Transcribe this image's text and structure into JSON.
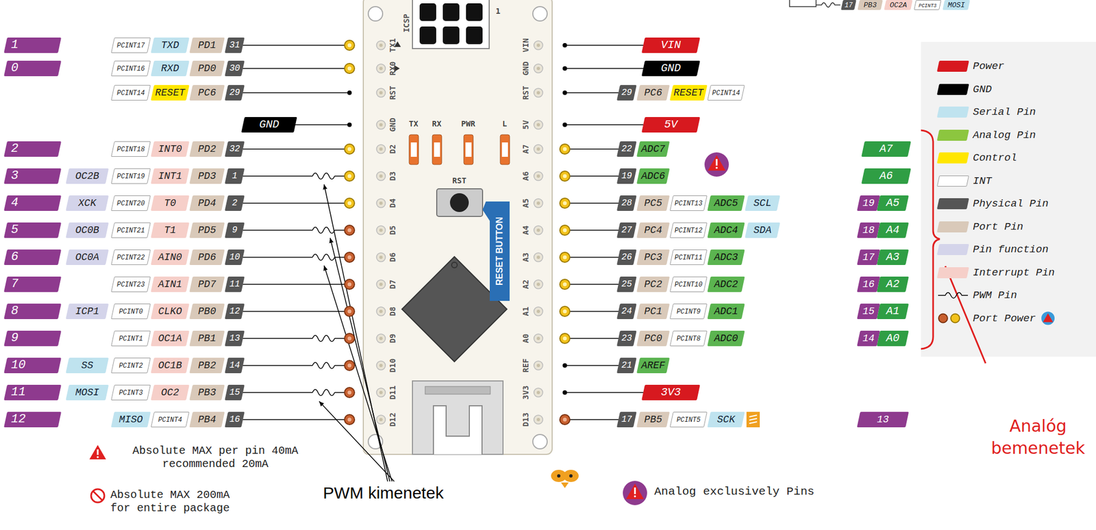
{
  "diagram": {
    "labels": [
      "1",
      "PCINT17",
      "TXD",
      "PD1",
      "31",
      "0",
      "PCINT16",
      "RXD",
      "PD0",
      "30",
      "PCINT14",
      "RESET",
      "PC6",
      "29",
      "GND",
      "2",
      "PCINT18",
      "INT0",
      "PD2",
      "32",
      "3",
      "OC2B",
      "PCINT19",
      "INT1",
      "PD3",
      "1",
      "4",
      "XCK",
      "PCINT20",
      "T0",
      "PD4",
      "2",
      "5",
      "OC0B",
      "PCINT21",
      "T1",
      "PD5",
      "9",
      "6",
      "OC0A",
      "PCINT22",
      "AIN0",
      "PD6",
      "10",
      "7",
      "PCINT23",
      "AIN1",
      "PD7",
      "11",
      "8",
      "ICP1",
      "PCINT0",
      "CLKO",
      "PB0",
      "12",
      "9",
      "PCINT1",
      "OC1A",
      "PB1",
      "13",
      "10",
      "SS",
      "PCINT2",
      "OC1B",
      "PB2",
      "14",
      "11",
      "MOSI",
      "PCINT3",
      "OC2",
      "PB3",
      "15",
      "12",
      "MISO",
      "PCINT4",
      "PB4",
      "16",
      "VIN",
      "GND",
      "29",
      "PC6",
      "RESET",
      "PCINT14",
      "5V",
      "22",
      "ADC7",
      "A7",
      "19",
      "ADC6",
      "A6",
      "28",
      "PC5",
      "PCINT13",
      "ADC5",
      "SCL",
      "19",
      "A5",
      "27",
      "PC4",
      "PCINT12",
      "ADC4",
      "SDA",
      "18",
      "A4",
      "26",
      "PC3",
      "PCINT11",
      "ADC3",
      "17",
      "A3",
      "25",
      "PC2",
      "PCINT10",
      "ADC2",
      "16",
      "A2",
      "24",
      "PC1",
      "PCINT9",
      "ADC1",
      "15",
      "A1",
      "23",
      "PC0",
      "PCINT8",
      "ADC0",
      "14",
      "A0",
      "21",
      "AREF",
      "3V3",
      "17",
      "PB5",
      "PCINT5",
      "SCK",
      "13",
      "17",
      "PB3",
      "OC2A",
      "PCINT3",
      "MOSI",
      "TX1",
      "RX0",
      "RST",
      "GND",
      "D2",
      "D3",
      "D4",
      "D5",
      "D6",
      "D7",
      "D8",
      "D9",
      "D10",
      "D11",
      "D12",
      "VIN",
      "GND",
      "RST",
      "5V",
      "A7",
      "A6",
      "A5",
      "A4",
      "A3",
      "A2",
      "A1",
      "A0",
      "REF",
      "3V3",
      "D13",
      "TX",
      "RX",
      "PWR",
      "L",
      "ICSP",
      "1",
      "RST",
      "RESET BUTTON",
      "Absolute MAX per pin 40mA recommended 20mA",
      "Absolute MAX 200mA for entire package",
      "PWM kimenetek",
      "Analog exclusively Pins",
      "Analóg bemenetek"
    ],
    "legend": [
      {
        "text": "Power",
        "color": "#d7191f"
      },
      {
        "text": "GND",
        "color": "#000000"
      },
      {
        "text": "Serial Pin",
        "color": "#bfe3ef"
      },
      {
        "text": "Analog Pin",
        "color": "#8cc63f"
      },
      {
        "text": "Control",
        "color": "#ffe600"
      },
      {
        "text": "INT",
        "color": "#ffffff"
      },
      {
        "text": "Physical Pin",
        "color": "#555555"
      },
      {
        "text": "Port Pin",
        "color": "#d9c9b9"
      },
      {
        "text": "Pin function",
        "color": "#d4d4ea"
      },
      {
        "text": "Interrupt Pin",
        "color": "#f6cfc9"
      },
      {
        "text": "PWM Pin"
      },
      {
        "text": "Port Power"
      }
    ]
  }
}
